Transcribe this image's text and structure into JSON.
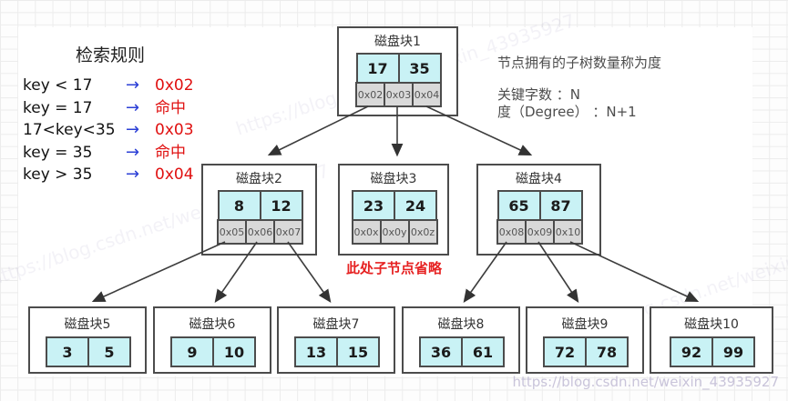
{
  "legend": {
    "title": "检索规则",
    "arrow_glyph": "→",
    "rules": [
      {
        "condition": "key < 17",
        "result": "0x02"
      },
      {
        "condition": "key = 17",
        "result": "命中"
      },
      {
        "condition": "17<key<35",
        "result": "0x03"
      },
      {
        "condition": "key = 35",
        "result": "命中"
      },
      {
        "condition": "key > 35",
        "result": "0x04"
      }
    ]
  },
  "info": {
    "lines": [
      "节点拥有的子树数量称为度",
      "关键字数 ：N",
      "度（Degree） ：N+1"
    ]
  },
  "blocks": [
    {
      "title": "磁盘块1",
      "keys": [
        "17",
        "35"
      ],
      "pointers": [
        "0x02",
        "0x03",
        "0x04"
      ]
    },
    {
      "title": "磁盘块2",
      "keys": [
        "8",
        "12"
      ],
      "pointers": [
        "0x05",
        "0x06",
        "0x07"
      ]
    },
    {
      "title": "磁盘块3",
      "keys": [
        "23",
        "24"
      ],
      "pointers": [
        "0x0x",
        "0x0y",
        "0x0z"
      ]
    },
    {
      "title": "磁盘块4",
      "keys": [
        "65",
        "87"
      ],
      "pointers": [
        "0x08",
        "0x09",
        "0x10"
      ]
    },
    {
      "title": "磁盘块5",
      "keys": [
        "3",
        "5"
      ]
    },
    {
      "title": "磁盘块6",
      "keys": [
        "9",
        "10"
      ]
    },
    {
      "title": "磁盘块7",
      "keys": [
        "13",
        "15"
      ]
    },
    {
      "title": "磁盘块8",
      "keys": [
        "36",
        "61"
      ]
    },
    {
      "title": "磁盘块9",
      "keys": [
        "72",
        "78"
      ]
    },
    {
      "title": "磁盘块10",
      "keys": [
        "92",
        "99"
      ]
    }
  ],
  "annotation": "此处子节点省略",
  "watermark": "https://blog.csdn.net/weixin_43935927",
  "colors": {
    "key_cell": "#c9f2f5",
    "pointer_cell": "#d9d9d9",
    "block_border": "#4c4c4c",
    "rule_arrow_blue": "#2b3fd6",
    "rule_result_red": "#e01010",
    "annotation_red": "#e62222",
    "watermark_gray": "#c9c4da"
  }
}
